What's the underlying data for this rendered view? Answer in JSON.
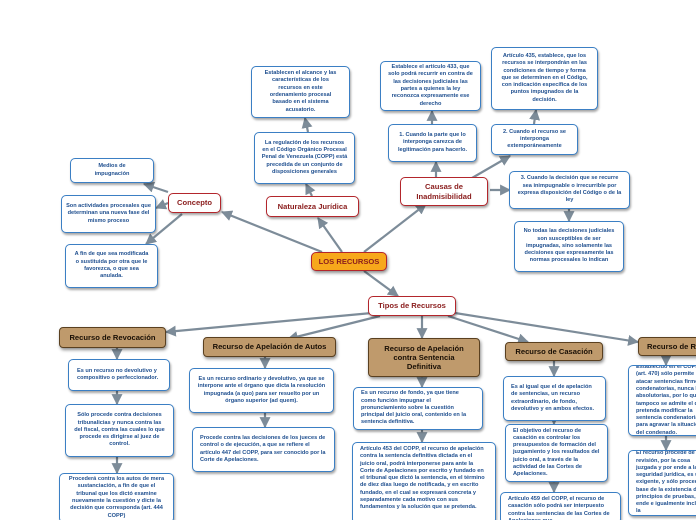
{
  "root": "LOS RECURSOS",
  "concepto": {
    "label": "Concepto",
    "items": [
      "Medios de impugnación",
      "Son actividades procesales que determinan una nueva fase del mismo proceso",
      "A fin de que sea modificada o sustituida por otra que le favorezca, o que sea anulada."
    ]
  },
  "naturaleza": {
    "label": "Naturaleza Jurídica",
    "items": [
      "Establecen el alcance y las características de los recursos en este ordenamiento procesal basado en el sistema acusatorio.",
      "La regulación de los recursos en el Código Orgánico Procesal Penal de Venezuela (COPP) está precedida de un conjunto de disposiciones generales"
    ]
  },
  "causas": {
    "label": "Causas de Inadmisibilidad",
    "items": [
      "Establece el artículo 433, que solo podrá recurrir en contra de las decisiones judiciales las partes a quienes la ley reconozca expresamente ese derecho",
      "1. Cuando la parte que lo interponga carezca de legitimación para hacerlo.",
      "Artículo 435, establece, que los recursos se interpondrán en las condiciones de tiempo y forma que se determinen en el Código, con indicación específica de los puntos impugnados de la decisión.",
      "2. Cuando el recurso se interponga extemporáneamente",
      "3. Cuando la decisión que se recurre sea inimpugnable o irrecurrible por expresa disposición del Código o de la ley",
      "No todas las decisiones judiciales son susceptibles de ser impugnadas, sino solamente las decisiones que expresamente las normas procesales lo indican"
    ]
  },
  "tipos": {
    "label": "Tipos de Recursos",
    "revocacion": {
      "label": "Recurso de Revocación",
      "items": [
        "Es un recurso no devolutivo y compositivo o perfeccionador.",
        "Sólo procede contra decisiones tribunalicias y nunca contra las del fiscal, contra las cuales lo que procede es dirigirse al juez de control.",
        "Procederá contra los autos de mera sustanciación, a fin de que el tribunal que los dictó examine nuevamente la cuestión y dicte la decisión que corresponda (art. 444 COPP)"
      ]
    },
    "autos": {
      "label": "Recurso de Apelación de Autos",
      "items": [
        "Es un recurso ordinario y devolutivo, ya que se interpone ante el órgano que dicta la resolución impugnada (a quo) para ser resuelto por un órgano superior (ad quem).",
        "Procede contra las decisiones de los jueces de control o de ejecución, a que se refiere el artículo 447 del COPP, para ser conocido por la Corte de Apelaciones."
      ]
    },
    "sentencia": {
      "label": "Recurso de Apelación contra Sentencia Definitiva",
      "items": [
        "Es un recurso de fondo, ya que tiene como función impugnar el pronunciamiento sobre la cuestión principal del juicio oral, contenido en la sentencia definitiva.",
        "Artículo 453 del COPP, el recurso de apelación contra la sentencia definitiva dictada en el juicio oral, podrá interponerse para ante la Corte de Apelaciones por escrito y fundado en el tribunal que dictó la sentencia, en el término de diez días luego de notificada, y en escrito fundado, en el cual se expresará concreta y separadamente cada motivo con sus fundamentos y la solución que se pretenda."
      ]
    },
    "casacion": {
      "label": "Recurso de Casación",
      "items": [
        "Es al igual que el de apelación de sentencias, un recurso extraordinario, de fondo, devolutivo y en ambos efectos.",
        "El objetivo del recurso de casación es controlar los presupuestos de formación del juzgamiento y los resultados del juicio oral, a través de la actividad de las Cortes de Apelaciones.",
        "Artículo 459 del COPP, el recurso de casación sólo podrá ser interpuesto contra las sentencias de las Cortes de Apelaciones que"
      ]
    },
    "revision": {
      "label": "Recurso de R",
      "items": [
        "Establecido en el COPP (art. 470) sólo permite atacar sentencias firmes condenatorias, nunca las absolutorias, por lo que tampoco se admite el que pretenda modificar la sentencia condenatoria para agravar la situación del condenado.",
        "El recurso procede de revisión, por la cosa juzgada y por ende a la seguridad jurídica, es una exigente, y sólo procede a base de la existencia de principios de pruebas, por ende e igualmente incluida la"
      ]
    }
  }
}
